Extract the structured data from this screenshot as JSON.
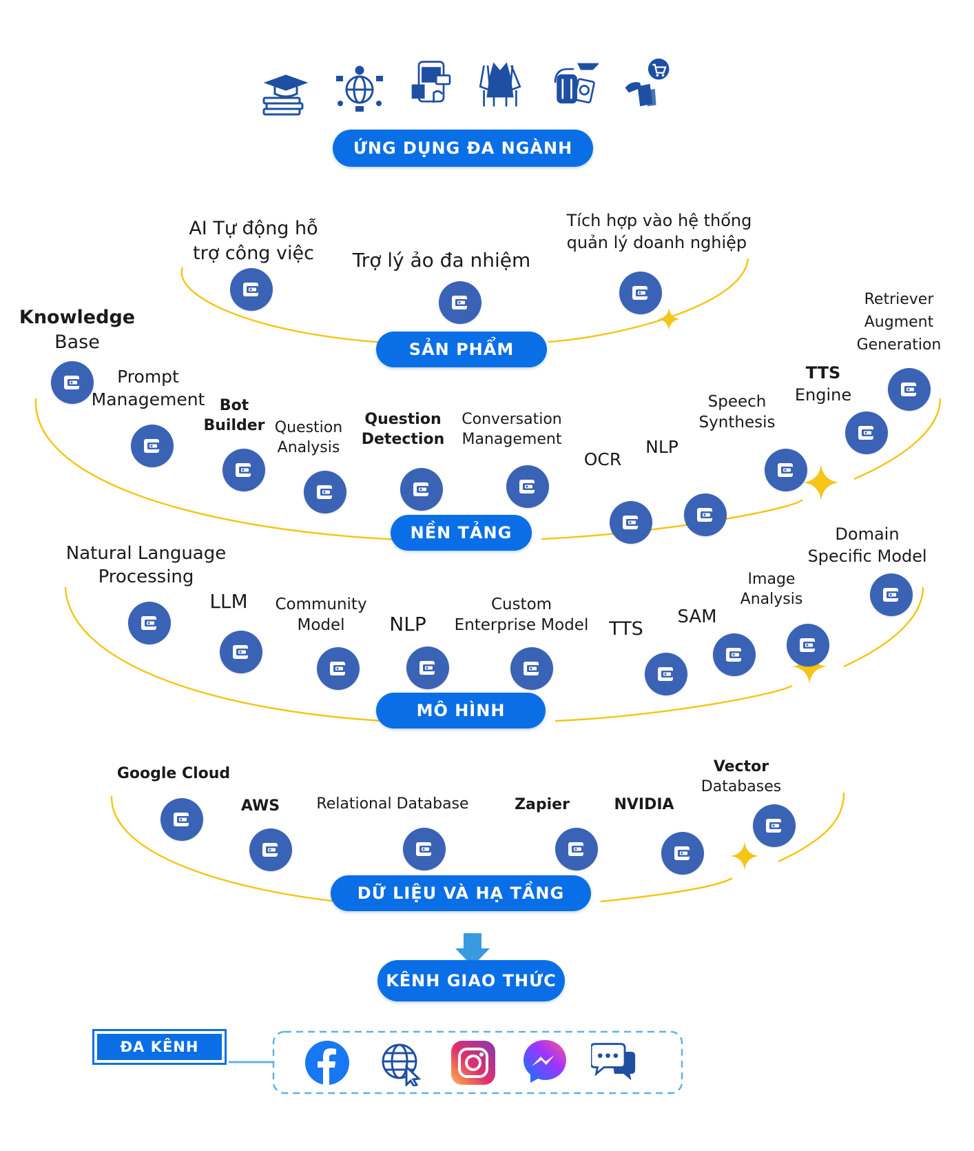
{
  "top_pill": "ỨNG DỤNG ĐA NGÀNH",
  "top_icons": [
    "education-icon",
    "global-social-icon",
    "mobile-shopping-icon",
    "fashion-icon",
    "travel-icon",
    "ecommerce-cart-icon"
  ],
  "tiers": {
    "san_pham": {
      "pill": "SẢN PHẨM",
      "items": [
        {
          "l1": "AI Tự động hỗ",
          "l2": "trợ công việc"
        },
        {
          "l1": "Trợ lý ảo đa nhiệm",
          "l2": ""
        },
        {
          "l1": "Tích hợp vào hệ thống",
          "l2": "quản lý doanh nghiệp"
        }
      ]
    },
    "nen_tang": {
      "pill": "NỀN TẢNG",
      "items": [
        {
          "l1": "Knowledge",
          "l2": "Base"
        },
        {
          "l1": "Prompt",
          "l2": "Management"
        },
        {
          "l1": "Bot",
          "l2": "Builder"
        },
        {
          "l1": "Question",
          "l2": "Analysis"
        },
        {
          "l1": "Question",
          "l2": "Detection"
        },
        {
          "l1": "Conversation",
          "l2": "Management"
        },
        {
          "l1": "OCR",
          "l2": ""
        },
        {
          "l1": "NLP",
          "l2": ""
        },
        {
          "l1": "Speech",
          "l2": "Synthesis"
        },
        {
          "l1": "TTS",
          "l2": "Engine"
        },
        {
          "l1": "Retriever",
          "l2": "Augment",
          "l3": "Generation"
        }
      ]
    },
    "mo_hinh": {
      "pill": "MÔ HÌNH",
      "items": [
        {
          "l1": "Natural Language",
          "l2": "Processing"
        },
        {
          "l1": "LLM",
          "l2": ""
        },
        {
          "l1": "Community",
          "l2": "Model"
        },
        {
          "l1": "NLP",
          "l2": ""
        },
        {
          "l1": "Custom",
          "l2": "Enterprise Model"
        },
        {
          "l1": "TTS",
          "l2": ""
        },
        {
          "l1": "SAM",
          "l2": ""
        },
        {
          "l1": "Image",
          "l2": "Analysis"
        },
        {
          "l1": "Domain",
          "l2": "Specific Model"
        }
      ]
    },
    "du_lieu": {
      "pill": "DỮ LIỆU VÀ HẠ TẦNG",
      "items": [
        {
          "l1": "Google Cloud",
          "l2": ""
        },
        {
          "l1": "AWS",
          "l2": ""
        },
        {
          "l1": "Relational Database",
          "l2": ""
        },
        {
          "l1": "Zapier",
          "l2": ""
        },
        {
          "l1": "NVIDIA",
          "l2": ""
        },
        {
          "l1": "Vector",
          "l2": "Databases"
        }
      ]
    }
  },
  "channel_pill": "KÊNH GIAO THỨC",
  "omni_label": "ĐA KÊNH",
  "channels": [
    "facebook-icon",
    "website-icon",
    "instagram-icon",
    "messenger-icon",
    "chat-icon"
  ],
  "colors": {
    "primary": "#0a6fe6",
    "node": "#3a63b5",
    "curve": "#f5c518",
    "icon": "#1e4fa3"
  }
}
